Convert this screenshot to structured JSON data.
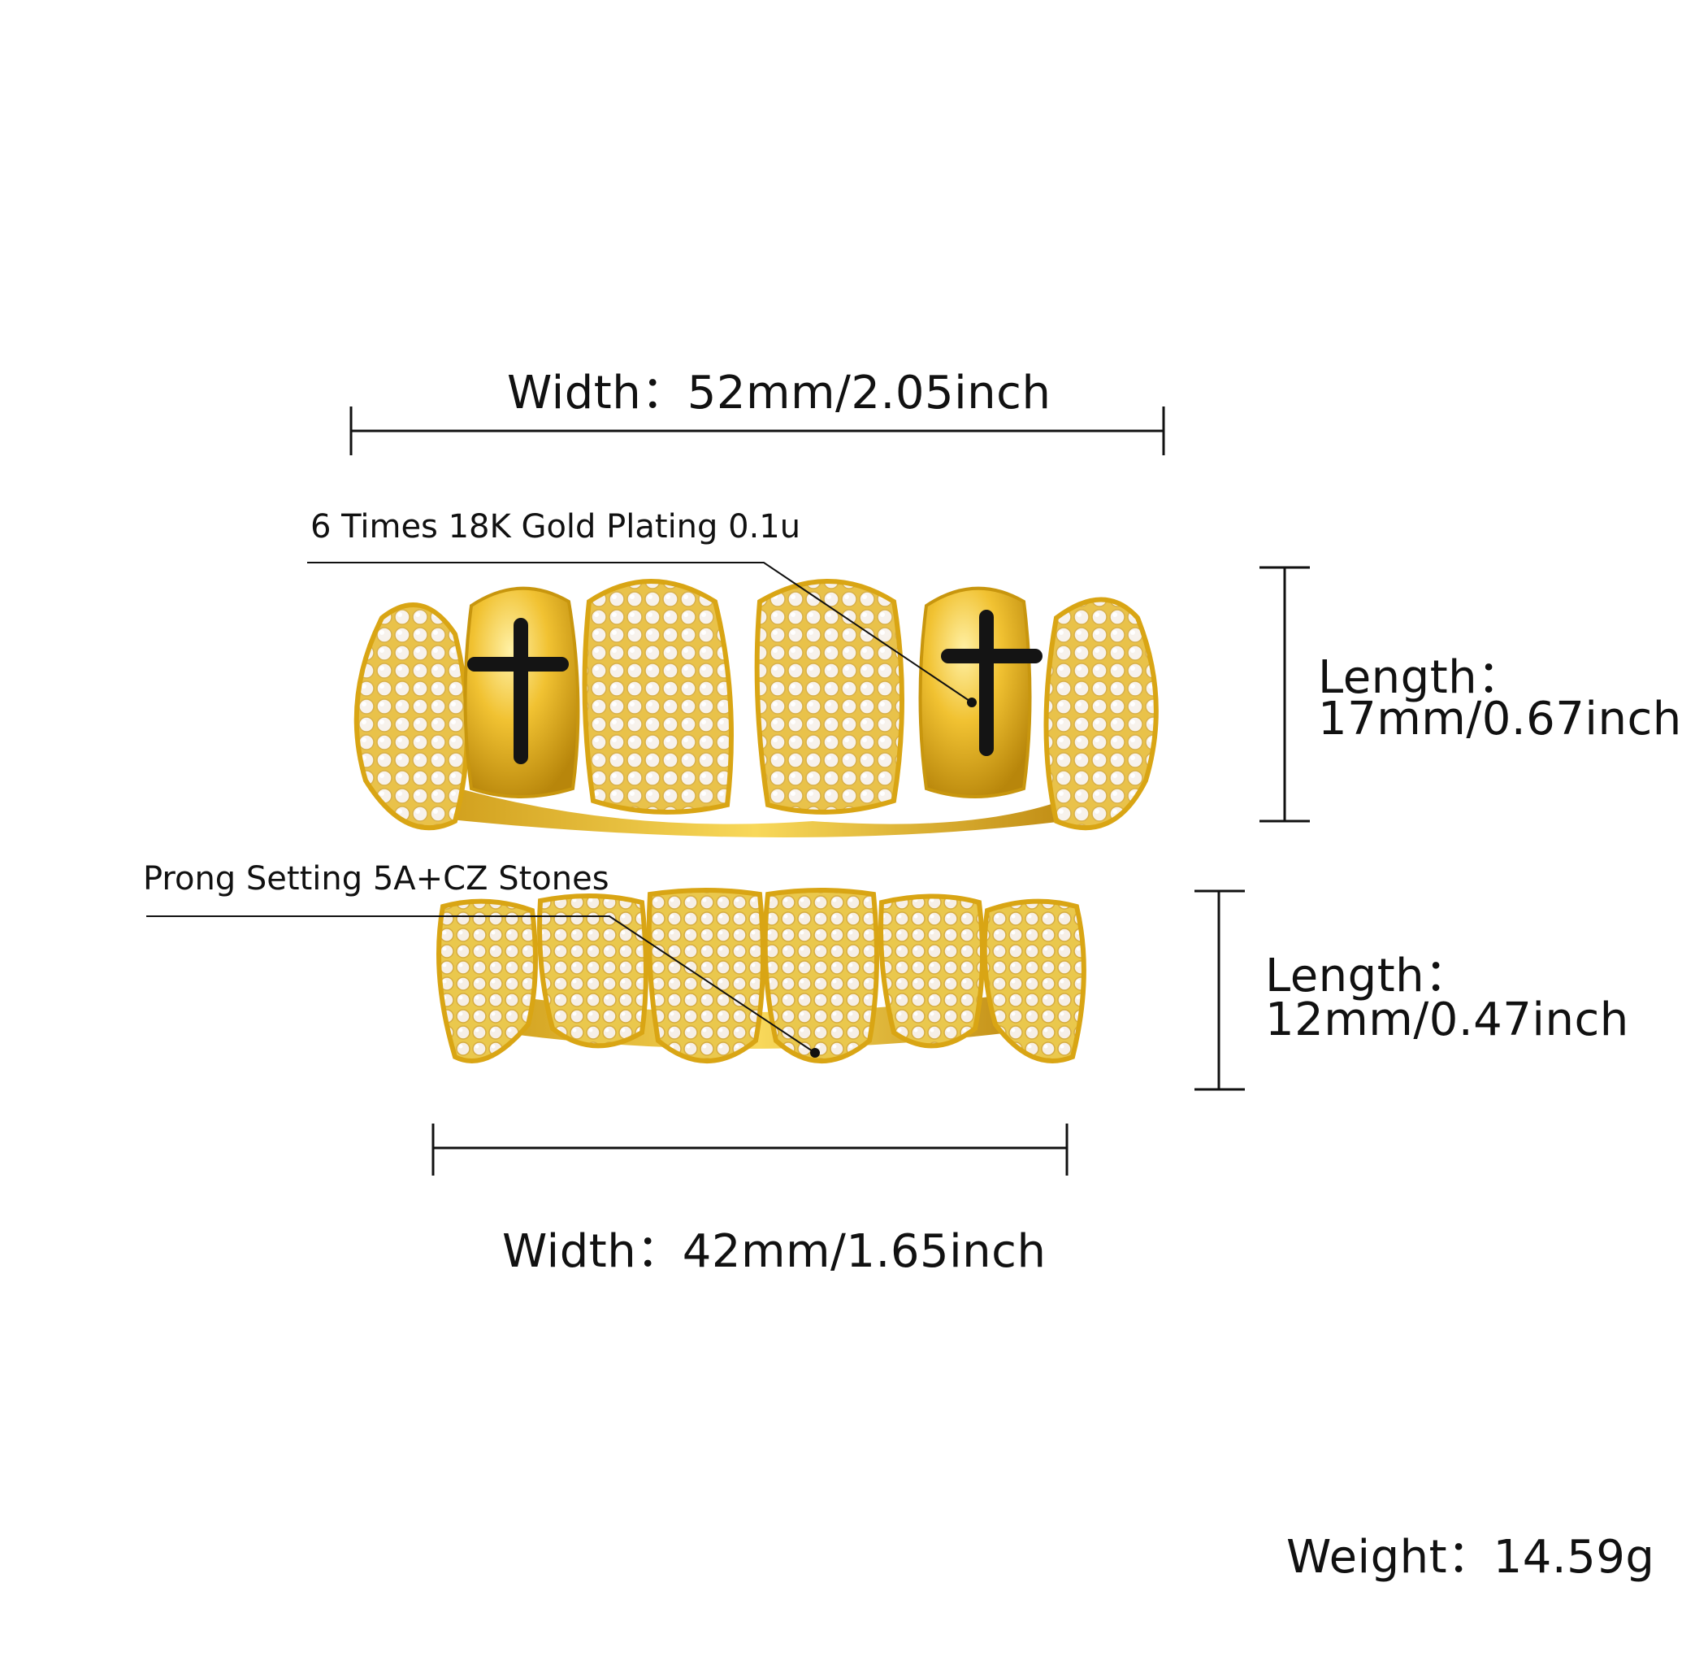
{
  "labels": {
    "upper_width": "Width：52mm/2.05inch",
    "plating": "6 Times 18K Gold Plating 0.1u",
    "upper_length_title": "Length：",
    "upper_length_value": "17mm/0.67inch",
    "stones": "Prong Setting 5A+CZ Stones",
    "lower_length_title": "Length：",
    "lower_length_value": "12mm/0.47inch",
    "lower_width": "Width：42mm/1.65inch",
    "weight": "Weight：14.59g"
  },
  "colors": {
    "background": "#ffffff",
    "gold": "#e8b21a",
    "gold_dark": "#b8860b",
    "gold_light": "#fbe27a",
    "stone": "#f4efe9",
    "black_stone": "#141414",
    "line": "#111111"
  },
  "icons": {
    "upper_grill": "gold-grill-upper",
    "lower_grill": "gold-grill-lower",
    "cross": "black-cross-inlay"
  }
}
